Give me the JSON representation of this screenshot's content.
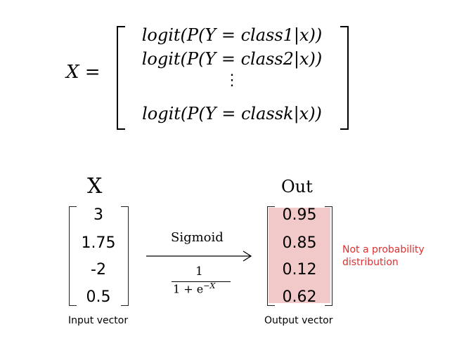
{
  "equation": {
    "lhs": "X =",
    "rows": [
      "logit(P(Y = class1|x))",
      "logit(P(Y = class2|x))",
      "logit(P(Y = classk|x))"
    ],
    "ellipsis": "⋮"
  },
  "diagram": {
    "input_label": "X",
    "output_label": "Out",
    "input_values": [
      "3",
      "1.75",
      "-2",
      "0.5"
    ],
    "output_values": [
      "0.95",
      "0.85",
      "0.12",
      "0.62"
    ],
    "function_name": "Sigmoid",
    "formula_numerator": "1",
    "formula_denominator": "1 + e",
    "formula_exponent": "−X",
    "input_caption": "Input vector",
    "output_caption": "Output vector",
    "note": "Not a probability distribution",
    "colors": {
      "output_fill": "#f2c9c9",
      "note_text": "#e03030"
    }
  }
}
